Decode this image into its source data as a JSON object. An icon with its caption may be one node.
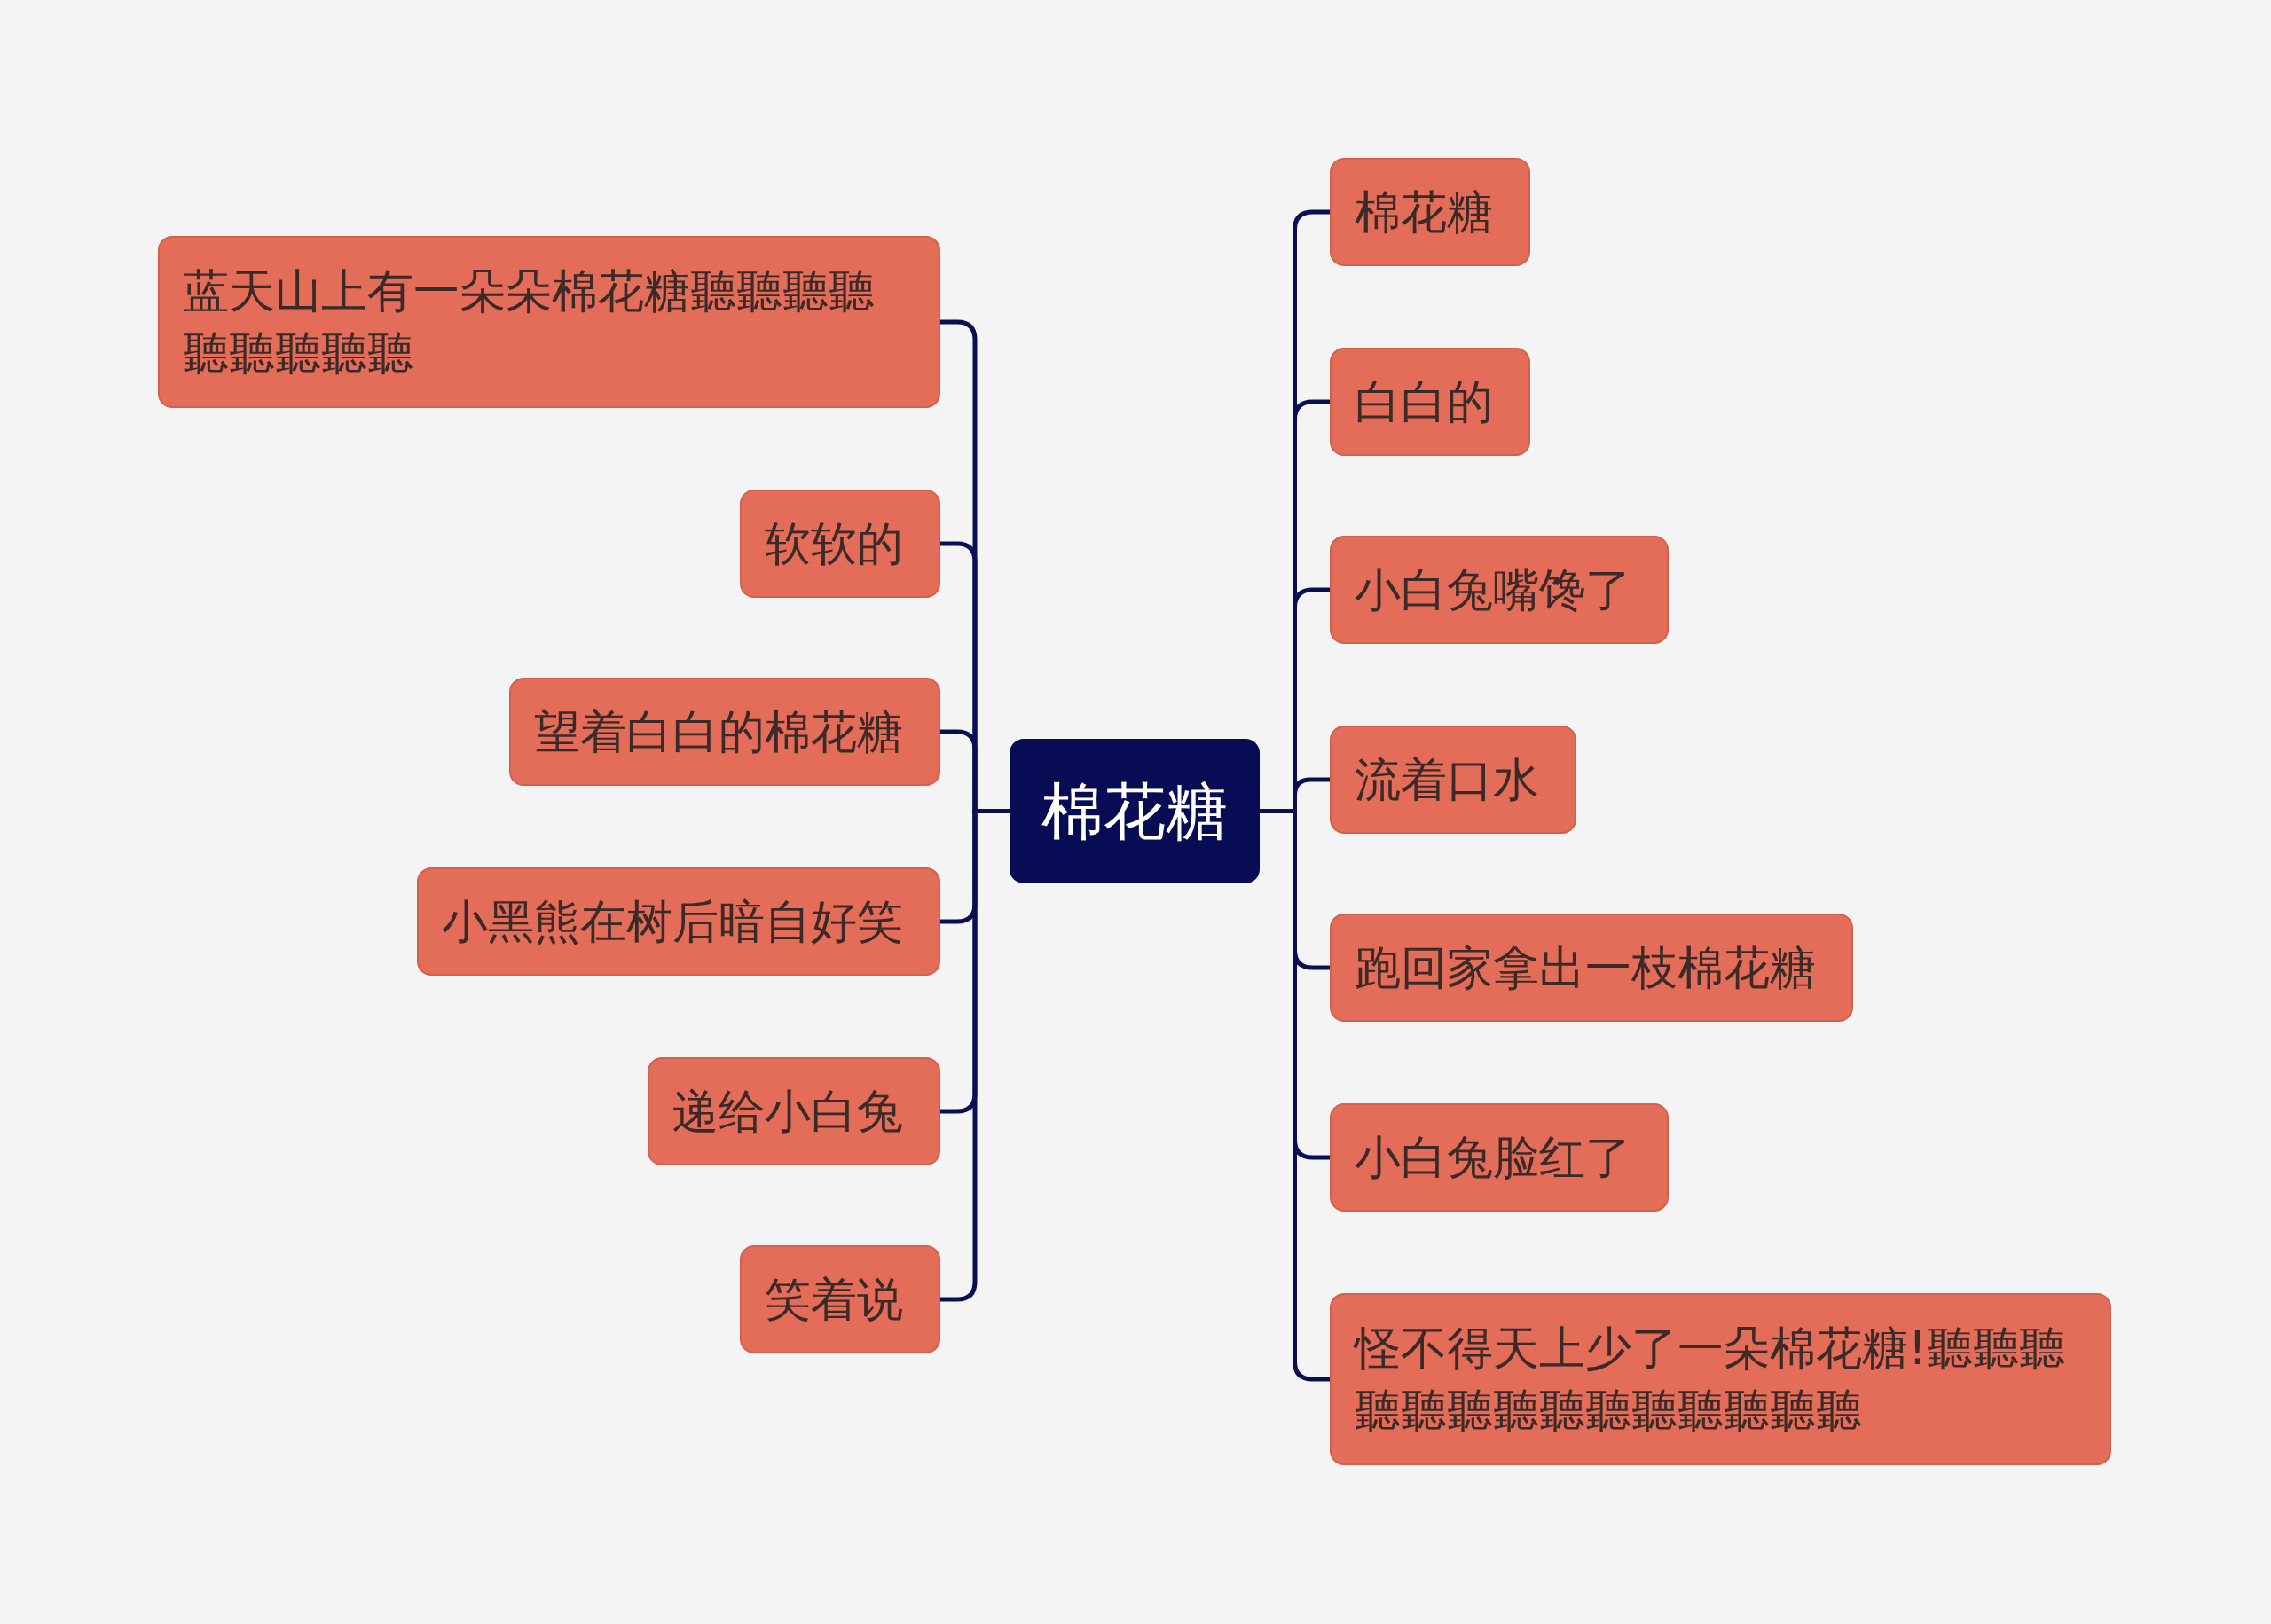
{
  "diagram": {
    "nodes": [
      {
        "text": [
          "棉花糖"
        ]
      },
      {
        "text": [
          "蓝天山上有一朵朵棉花糖聽聽聽聽聽聽聽聽聽"
        ]
      },
      {
        "text": [
          "软软的"
        ]
      },
      {
        "text": [
          "望着白白的棉花糖"
        ]
      },
      {
        "text": [
          "小黑熊在树后暗自好笑"
        ]
      },
      {
        "text": [
          "递给小白兔"
        ]
      },
      {
        "text": [
          "笑着说"
        ]
      },
      {
        "text": [
          "棉花糖"
        ]
      },
      {
        "text": [
          "白白的"
        ]
      },
      {
        "text": [
          "小白兔嘴馋了"
        ]
      },
      {
        "text": [
          "流着口水"
        ]
      },
      {
        "text": [
          "跑回家拿出一枝棉花糖"
        ]
      },
      {
        "text": [
          "小白兔脸红了"
        ]
      },
      {
        "text": [
          "怪不得天上少了一朵棉花糖!聽聽聽聽聽聽聽聽聽聽聽聽聽聽"
        ]
      }
    ],
    "edges": [
      {
        "from": 0,
        "to": 1,
        "arrow": "none"
      },
      {
        "from": 0,
        "to": 2,
        "arrow": "none"
      },
      {
        "from": 0,
        "to": 3,
        "arrow": "none"
      },
      {
        "from": 0,
        "to": 4,
        "arrow": "none"
      },
      {
        "from": 0,
        "to": 5,
        "arrow": "none"
      },
      {
        "from": 0,
        "to": 6,
        "arrow": "none"
      },
      {
        "from": 0,
        "to": 7,
        "arrow": "none"
      },
      {
        "from": 0,
        "to": 8,
        "arrow": "none"
      },
      {
        "from": 0,
        "to": 9,
        "arrow": "none"
      },
      {
        "from": 0,
        "to": 10,
        "arrow": "none"
      },
      {
        "from": 0,
        "to": 11,
        "arrow": "none"
      },
      {
        "from": 0,
        "to": 12,
        "arrow": "none"
      },
      {
        "from": 0,
        "to": 13,
        "arrow": "none"
      }
    ]
  }
}
